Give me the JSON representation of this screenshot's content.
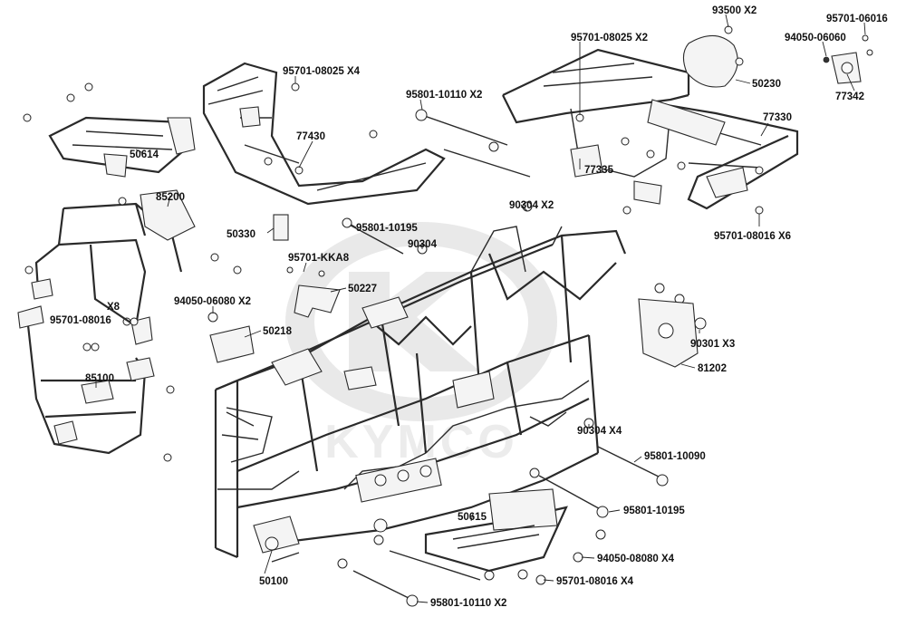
{
  "diagram": {
    "watermark": "KYMCO",
    "labels": [
      {
        "id": "93500",
        "text": "93500 X2"
      },
      {
        "id": "95701-06016",
        "text": "95701-06016"
      },
      {
        "id": "95701-08025a",
        "text": "95701-08025 X2"
      },
      {
        "id": "94050-06060",
        "text": "94050-06060"
      },
      {
        "id": "50230",
        "text": "50230"
      },
      {
        "id": "77342",
        "text": "77342"
      },
      {
        "id": "95701-08025b",
        "text": "95701-08025 X4"
      },
      {
        "id": "95801-10110a",
        "text": "95801-10110 X2"
      },
      {
        "id": "77330",
        "text": "77330"
      },
      {
        "id": "50614",
        "text": "50614"
      },
      {
        "id": "77430",
        "text": "77430"
      },
      {
        "id": "77335",
        "text": "77335"
      },
      {
        "id": "85200",
        "text": "85200"
      },
      {
        "id": "90304a",
        "text": "90304 X2"
      },
      {
        "id": "50330",
        "text": "50330"
      },
      {
        "id": "95801-10195a",
        "text": "95801-10195"
      },
      {
        "id": "95701-08016a",
        "text": "95701-08016 X6"
      },
      {
        "id": "90304b",
        "text": "90304"
      },
      {
        "id": "95701-KKA8",
        "text": "95701-KKA8"
      },
      {
        "id": "50227",
        "text": "50227"
      },
      {
        "id": "x8",
        "text": "X8"
      },
      {
        "id": "94050-06080",
        "text": "94050-06080 X2"
      },
      {
        "id": "95701-08016b",
        "text": "95701-08016"
      },
      {
        "id": "50218",
        "text": "50218"
      },
      {
        "id": "90301",
        "text": "90301 X3"
      },
      {
        "id": "81202",
        "text": "81202"
      },
      {
        "id": "85100",
        "text": "85100"
      },
      {
        "id": "90304c",
        "text": "90304 X4"
      },
      {
        "id": "95801-10090",
        "text": "95801-10090"
      },
      {
        "id": "50615",
        "text": "50615"
      },
      {
        "id": "95801-10195b",
        "text": "95801-10195"
      },
      {
        "id": "94050-08080",
        "text": "94050-08080 X4"
      },
      {
        "id": "50100",
        "text": "50100"
      },
      {
        "id": "95701-08016c",
        "text": "95701-08016 X4"
      },
      {
        "id": "95801-10110b",
        "text": "95801-10110 X2"
      }
    ]
  }
}
